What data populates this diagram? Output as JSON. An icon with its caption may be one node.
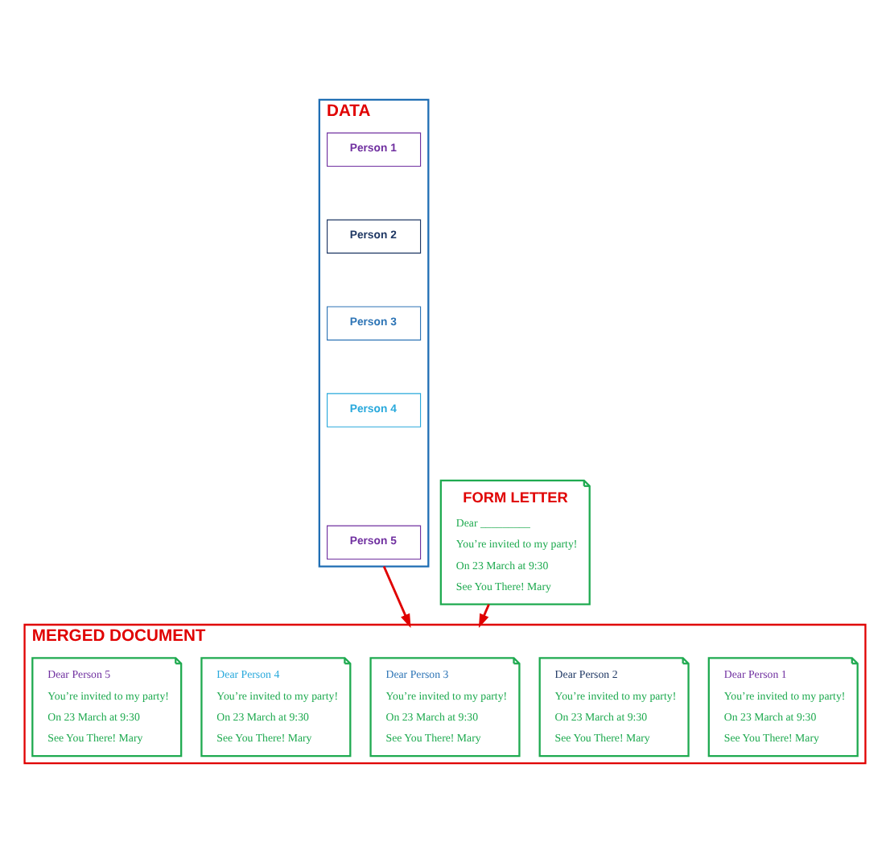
{
  "diagram": {
    "nodes": [
      {
        "text": [
          "DATA"
        ]
      },
      {
        "text": [
          "Person 1"
        ],
        "in": 0
      },
      {
        "text": [
          "Person 2"
        ],
        "in": 0
      },
      {
        "text": [
          "Person 3"
        ],
        "in": 0
      },
      {
        "text": [
          "Person 4"
        ],
        "in": 0
      },
      {
        "text": [
          "Person 5"
        ],
        "in": 0
      },
      {
        "text": [
          "FORM LETTER",
          "Dear _________",
          "You’re invited to my party!",
          "On 23 March at 9:30",
          "See You There! Mary"
        ]
      },
      {
        "text": [
          "MERGED DOCUMENT"
        ]
      },
      {
        "text": [
          "Dear Person 1",
          "You’re invited to my party!",
          "On 23 March at 9:30",
          "See You There! Mary"
        ],
        "in": 7
      },
      {
        "text": [
          "Dear Person 2",
          "You’re invited to my party!",
          "On 23 March at 9:30",
          "See You There! Mary"
        ],
        "in": 7
      },
      {
        "text": [
          "Dear Person 3",
          "You’re invited to my party!",
          "On 23 March at 9:30",
          "See You There! Mary"
        ],
        "in": 7
      },
      {
        "text": [
          "Dear Person 4",
          "You’re invited to my party!",
          "On 23 March at 9:30",
          "See You There! Mary"
        ],
        "in": 7
      },
      {
        "text": [
          "Dear Person 5",
          "You’re invited to my party!",
          "On 23 March at 9:30",
          "See You There! Mary"
        ],
        "in": 7
      }
    ],
    "edges": [
      {
        "from": 0,
        "to": 7,
        "arrow": "to"
      },
      {
        "from": 6,
        "to": 7,
        "arrow": "to"
      }
    ]
  }
}
